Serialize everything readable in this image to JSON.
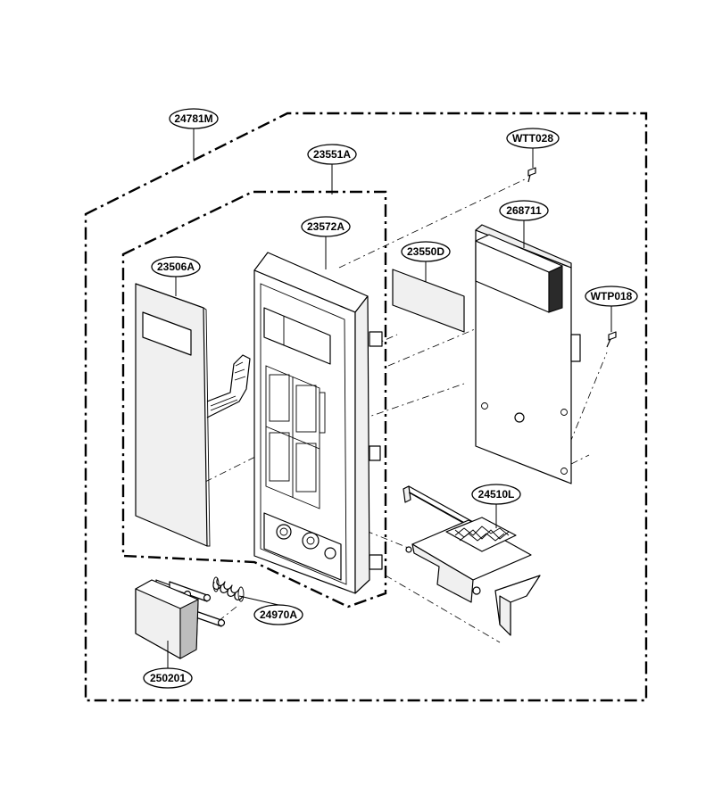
{
  "callouts": {
    "c24781M": "24781M",
    "c23551A": "23551A",
    "cWTT028": "WTT028",
    "c23572A": "23572A",
    "c268711": "268711",
    "c23550D": "23550D",
    "cWTP018": "WTP018",
    "c23506A": "23506A",
    "c24510L": "24510L",
    "c24970A": "24970A",
    "c250201": "250201"
  },
  "colors": {
    "line": "#000000",
    "background": "#ffffff",
    "shade": "#bdbdbd"
  }
}
